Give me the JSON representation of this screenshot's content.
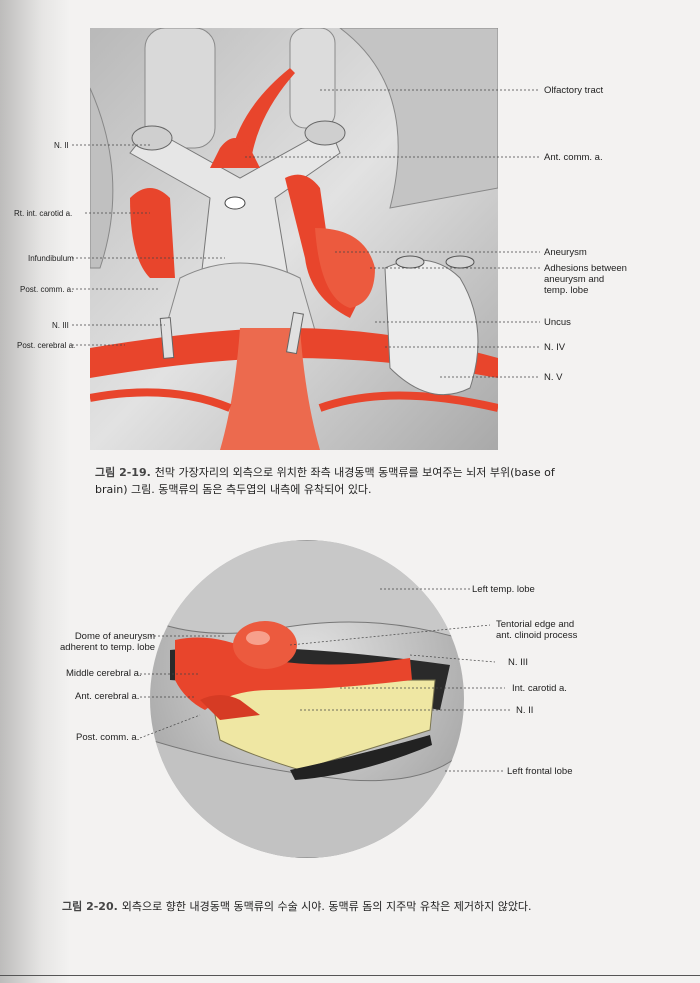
{
  "figure1": {
    "labels_left": {
      "n2": "N. II",
      "rt_int_carotid": "Rt. int. carotid a.",
      "infundibulum": "Infundibulum",
      "post_comm": "Post. comm. a.",
      "n3": "N. III",
      "post_cerebral": "Post. cerebral a."
    },
    "labels_right": {
      "olfactory_tract": "Olfactory tract",
      "ant_comm": "Ant. comm. a.",
      "aneurysm": "Aneurysm",
      "adhesions": "Adhesions between\naneurysm and\ntemp. lobe",
      "uncus": "Uncus",
      "n4": "N. IV",
      "n5": "N. V"
    },
    "caption_number": "그림 2-19.",
    "caption_text": "천막 가장자리의 외측으로 위치한 좌측 내경동맥 동맥류를 보여주는 뇌저 부위(base of brain) 그림. 동맥류의 돔은 측두엽의 내측에 유착되어 있다."
  },
  "figure2": {
    "labels_left": {
      "dome": "Dome of aneurysm\nadherent to temp. lobe",
      "middle_cerebral": "Middle cerebral a.",
      "ant_cerebral": "Ant. cerebral a.",
      "post_comm": "Post. comm. a."
    },
    "labels_right": {
      "left_temp_lobe": "Left temp. lobe",
      "tentorial": "Tentorial edge and\nant. clinoid process",
      "n3": "N. III",
      "int_carotid": "Int. carotid a.",
      "n2": "N. II",
      "left_frontal_lobe": "Left frontal lobe"
    },
    "caption_number": "그림 2-20.",
    "caption_text": "외측으로 향한 내경동맥 동맥류의 수술 시야. 동맥류 돔의 지주막 유착은 제거하지 않았다."
  },
  "colors": {
    "artery": "#e8452c",
    "nerve_yellow": "#efe7a3",
    "brain_gray": "#cfcfcf"
  }
}
